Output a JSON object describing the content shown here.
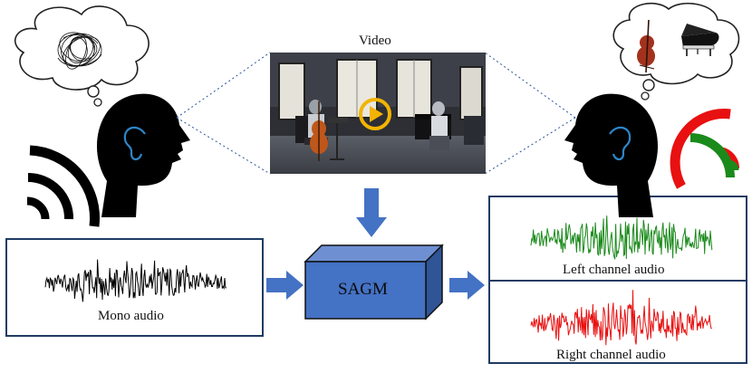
{
  "labels": {
    "video": "Video",
    "mono_audio": "Mono audio",
    "model": "SAGM",
    "left_audio": "Left channel audio",
    "right_audio": "Right channel audio"
  },
  "icons": {
    "left_thought": "tangled-thought-icon",
    "right_thought": "instruments-thought-icon",
    "play": "play-icon"
  },
  "colors": {
    "box_border": "#1f3b64",
    "arrow": "#4472c4",
    "sagm_fill": "#4472c4",
    "mono_wave": "#000000",
    "left_wave": "#1a8a1a",
    "right_wave": "#e81010",
    "cello": "#c0571a",
    "play": "#f2b400"
  }
}
